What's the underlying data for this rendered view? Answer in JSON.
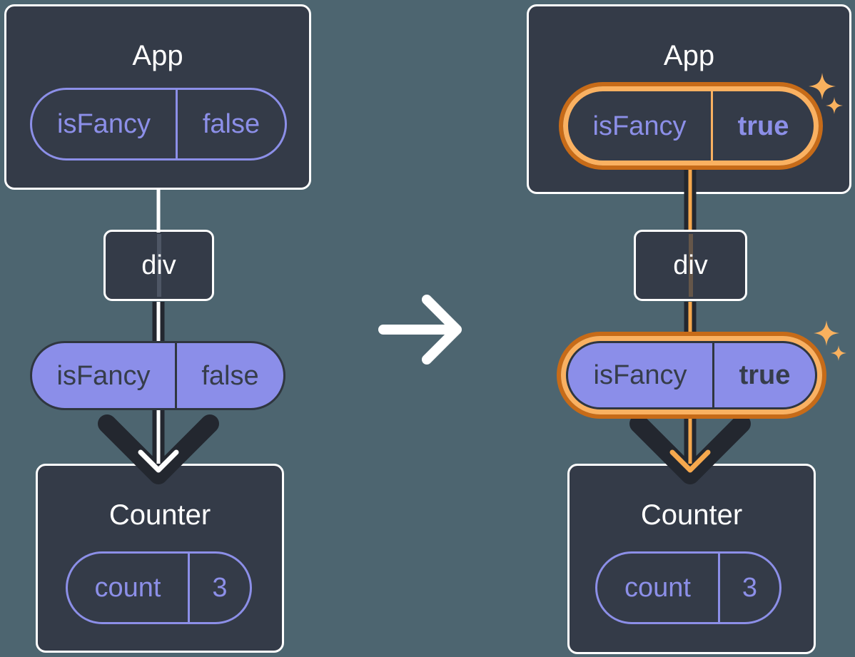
{
  "before": {
    "app_title": "App",
    "app_prop": {
      "name": "isFancy",
      "value": "false"
    },
    "div_label": "div",
    "passed_prop": {
      "name": "isFancy",
      "value": "false"
    },
    "counter_title": "Counter",
    "counter_state": {
      "name": "count",
      "value": "3"
    }
  },
  "after": {
    "app_title": "App",
    "app_prop": {
      "name": "isFancy",
      "value": "true"
    },
    "div_label": "div",
    "passed_prop": {
      "name": "isFancy",
      "value": "true"
    },
    "counter_title": "Counter",
    "counter_state": {
      "name": "count",
      "value": "3"
    }
  },
  "colors": {
    "background": "#4D6570",
    "node_fill": "#343B48",
    "node_border": "#FFFFFF",
    "purple": "#8C8FE8",
    "purple_fill": "#8B8EE9",
    "dark_text": "#363D4A",
    "dark_line": "#23272F",
    "highlight_orange_dark": "#C76B18",
    "highlight_orange_light": "#FAB161",
    "flow_orange": "#F6A84D",
    "sparkle_orange": "#F9B15E"
  },
  "icons": {
    "transition_arrow": "right-arrow",
    "flow_arrow": "down-chevron-arrow",
    "sparkle": "four-point-star"
  }
}
